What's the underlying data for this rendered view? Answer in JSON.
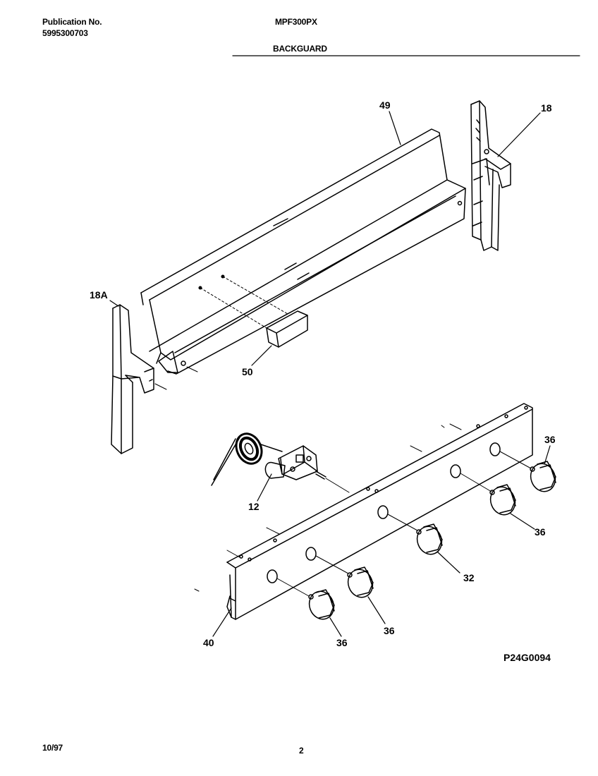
{
  "header": {
    "publication_label": "Publication No.",
    "publication_number": "5995300703",
    "model": "MPF300PX",
    "section": "BACKGUARD"
  },
  "diagram": {
    "callouts": {
      "c49": "49",
      "c18": "18",
      "c18a": "18A",
      "c50": "50",
      "c12": "12",
      "c36_a": "36",
      "c36_b": "36",
      "c32": "32",
      "c36_c": "36",
      "c36_d": "36",
      "c40": "40"
    },
    "figure_id": "P24G0094"
  },
  "footer": {
    "date": "10/97",
    "page_number": "2"
  }
}
